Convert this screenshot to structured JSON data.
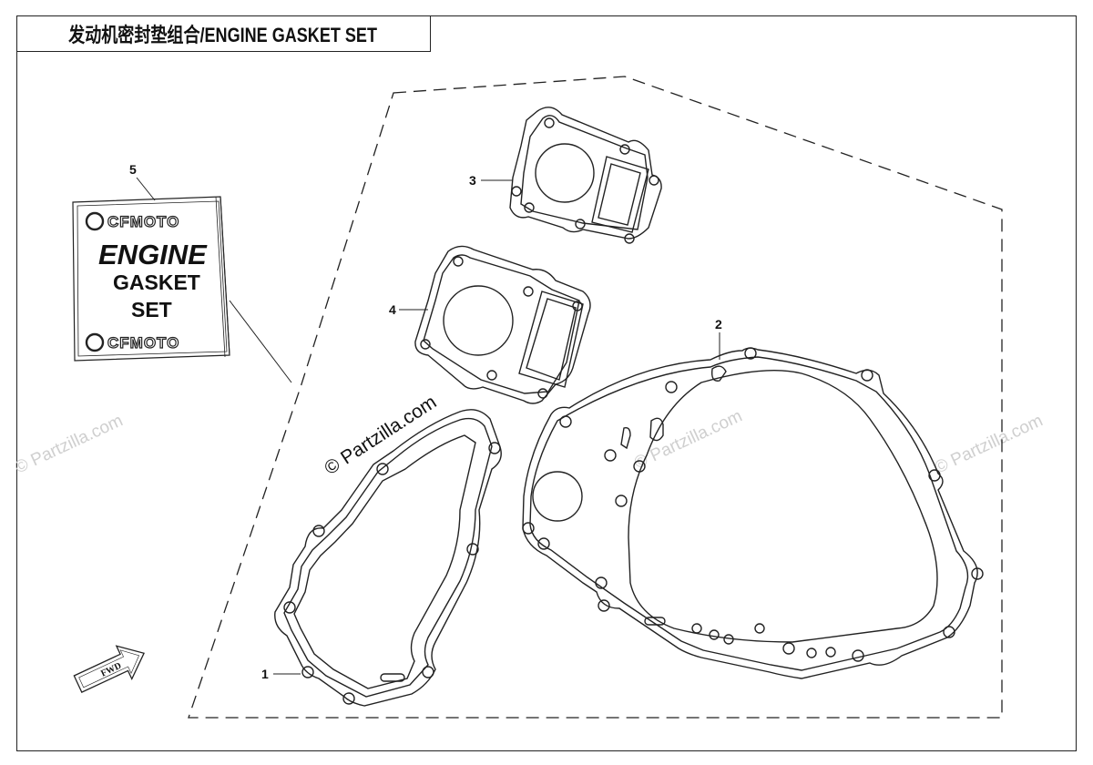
{
  "diagram": {
    "title": "发动机密封垫组合/ENGINE GASKET SET",
    "watermark_main": "© Partzilla.com",
    "watermark_faint": "© Partzilla.com",
    "direction_label": "FWD",
    "package": {
      "brand_top": "CFMOTO",
      "line1": "ENGINE",
      "line2": "GASKET",
      "line3": "SET",
      "brand_bottom": "CFMOTO"
    },
    "callouts": [
      {
        "id": "callout-1",
        "label": "1",
        "part": "gasket-1"
      },
      {
        "id": "callout-2",
        "label": "2",
        "part": "gasket-2"
      },
      {
        "id": "callout-3",
        "label": "3",
        "part": "gasket-3"
      },
      {
        "id": "callout-4",
        "label": "4",
        "part": "gasket-4"
      },
      {
        "id": "callout-5",
        "label": "5",
        "part": "package-card"
      }
    ]
  }
}
